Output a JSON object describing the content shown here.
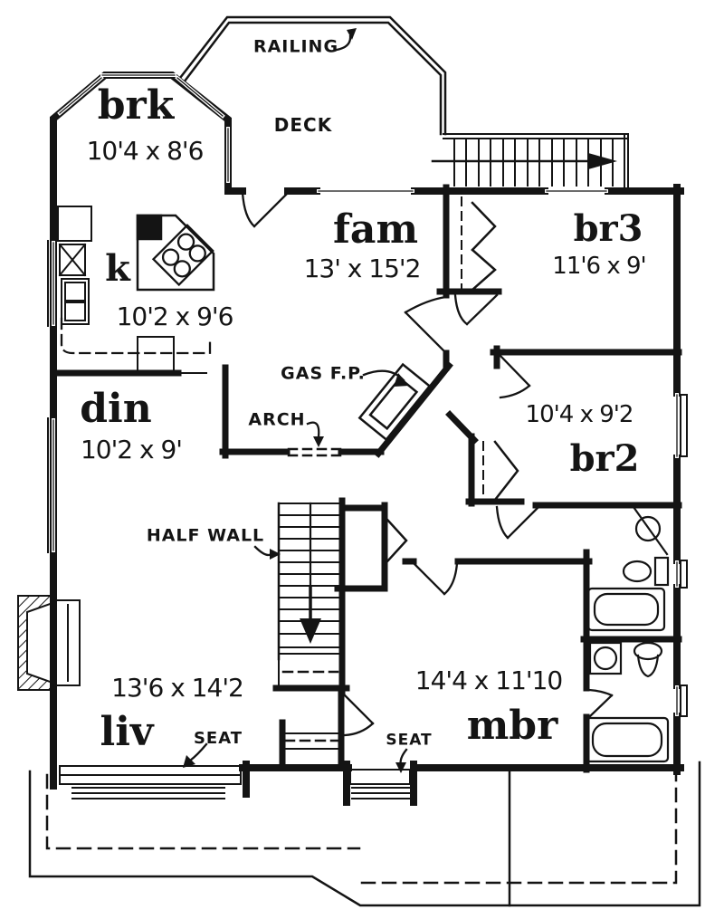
{
  "plan": {
    "rooms": {
      "brk": {
        "name": "brk",
        "dims": "10'4 x 8'6"
      },
      "fam": {
        "name": "fam",
        "dims": "13' x 15'2"
      },
      "br3": {
        "name": "br3",
        "dims": "11'6 x 9'"
      },
      "k": {
        "name": "k",
        "dims": "10'2 x 9'6"
      },
      "din": {
        "name": "din",
        "dims": "10'2 x 9'"
      },
      "br2": {
        "name": "br2",
        "dims": "10'4 x 9'2"
      },
      "liv": {
        "name": "liv",
        "dims": "13'6 x 14'2"
      },
      "mbr": {
        "name": "mbr",
        "dims": "14'4 x 11'10"
      }
    },
    "outdoor": {
      "deck": "DECK",
      "railing": "RAILING"
    },
    "annotations": {
      "gas_fireplace": "GAS F.P.",
      "arch": "ARCH",
      "half_wall": "HALF WALL",
      "seat_living": "SEAT",
      "seat_entry": "SEAT"
    },
    "colors": {
      "ink": "#141414",
      "paper": "#ffffff"
    }
  }
}
